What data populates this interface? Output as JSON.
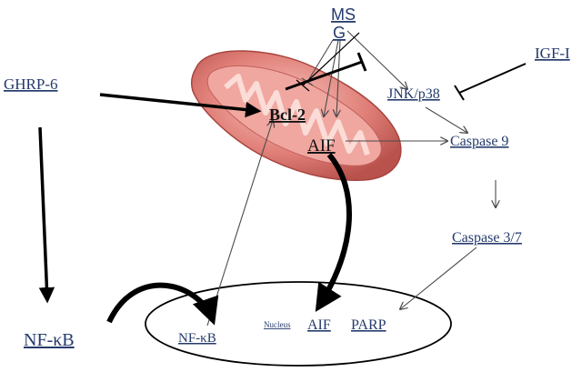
{
  "labels": {
    "ms_line1": "MS",
    "ms_line2": "G",
    "igf": "IGF-I",
    "ghrp": "GHRP-6",
    "bcl2": "Bcl-2",
    "aif_mito": "AIF",
    "jnk": "JNK/p38",
    "caspase9": "Caspase 9",
    "caspase37": "Caspase 3/7",
    "nfkb_out": "NF-κB",
    "nfkb_in": "NF-κB",
    "nucleus": "Nucleus",
    "aif_nuc": "AIF",
    "parp": "PARP"
  },
  "colors": {
    "label_text": "#243a6b",
    "mito_outer": "#d9706c",
    "mito_inner": "#f3b3ad",
    "mito_cristae": "#f9d6d1",
    "arrow_dark": "#000000",
    "arrow_thin": "#4a4a4a"
  }
}
